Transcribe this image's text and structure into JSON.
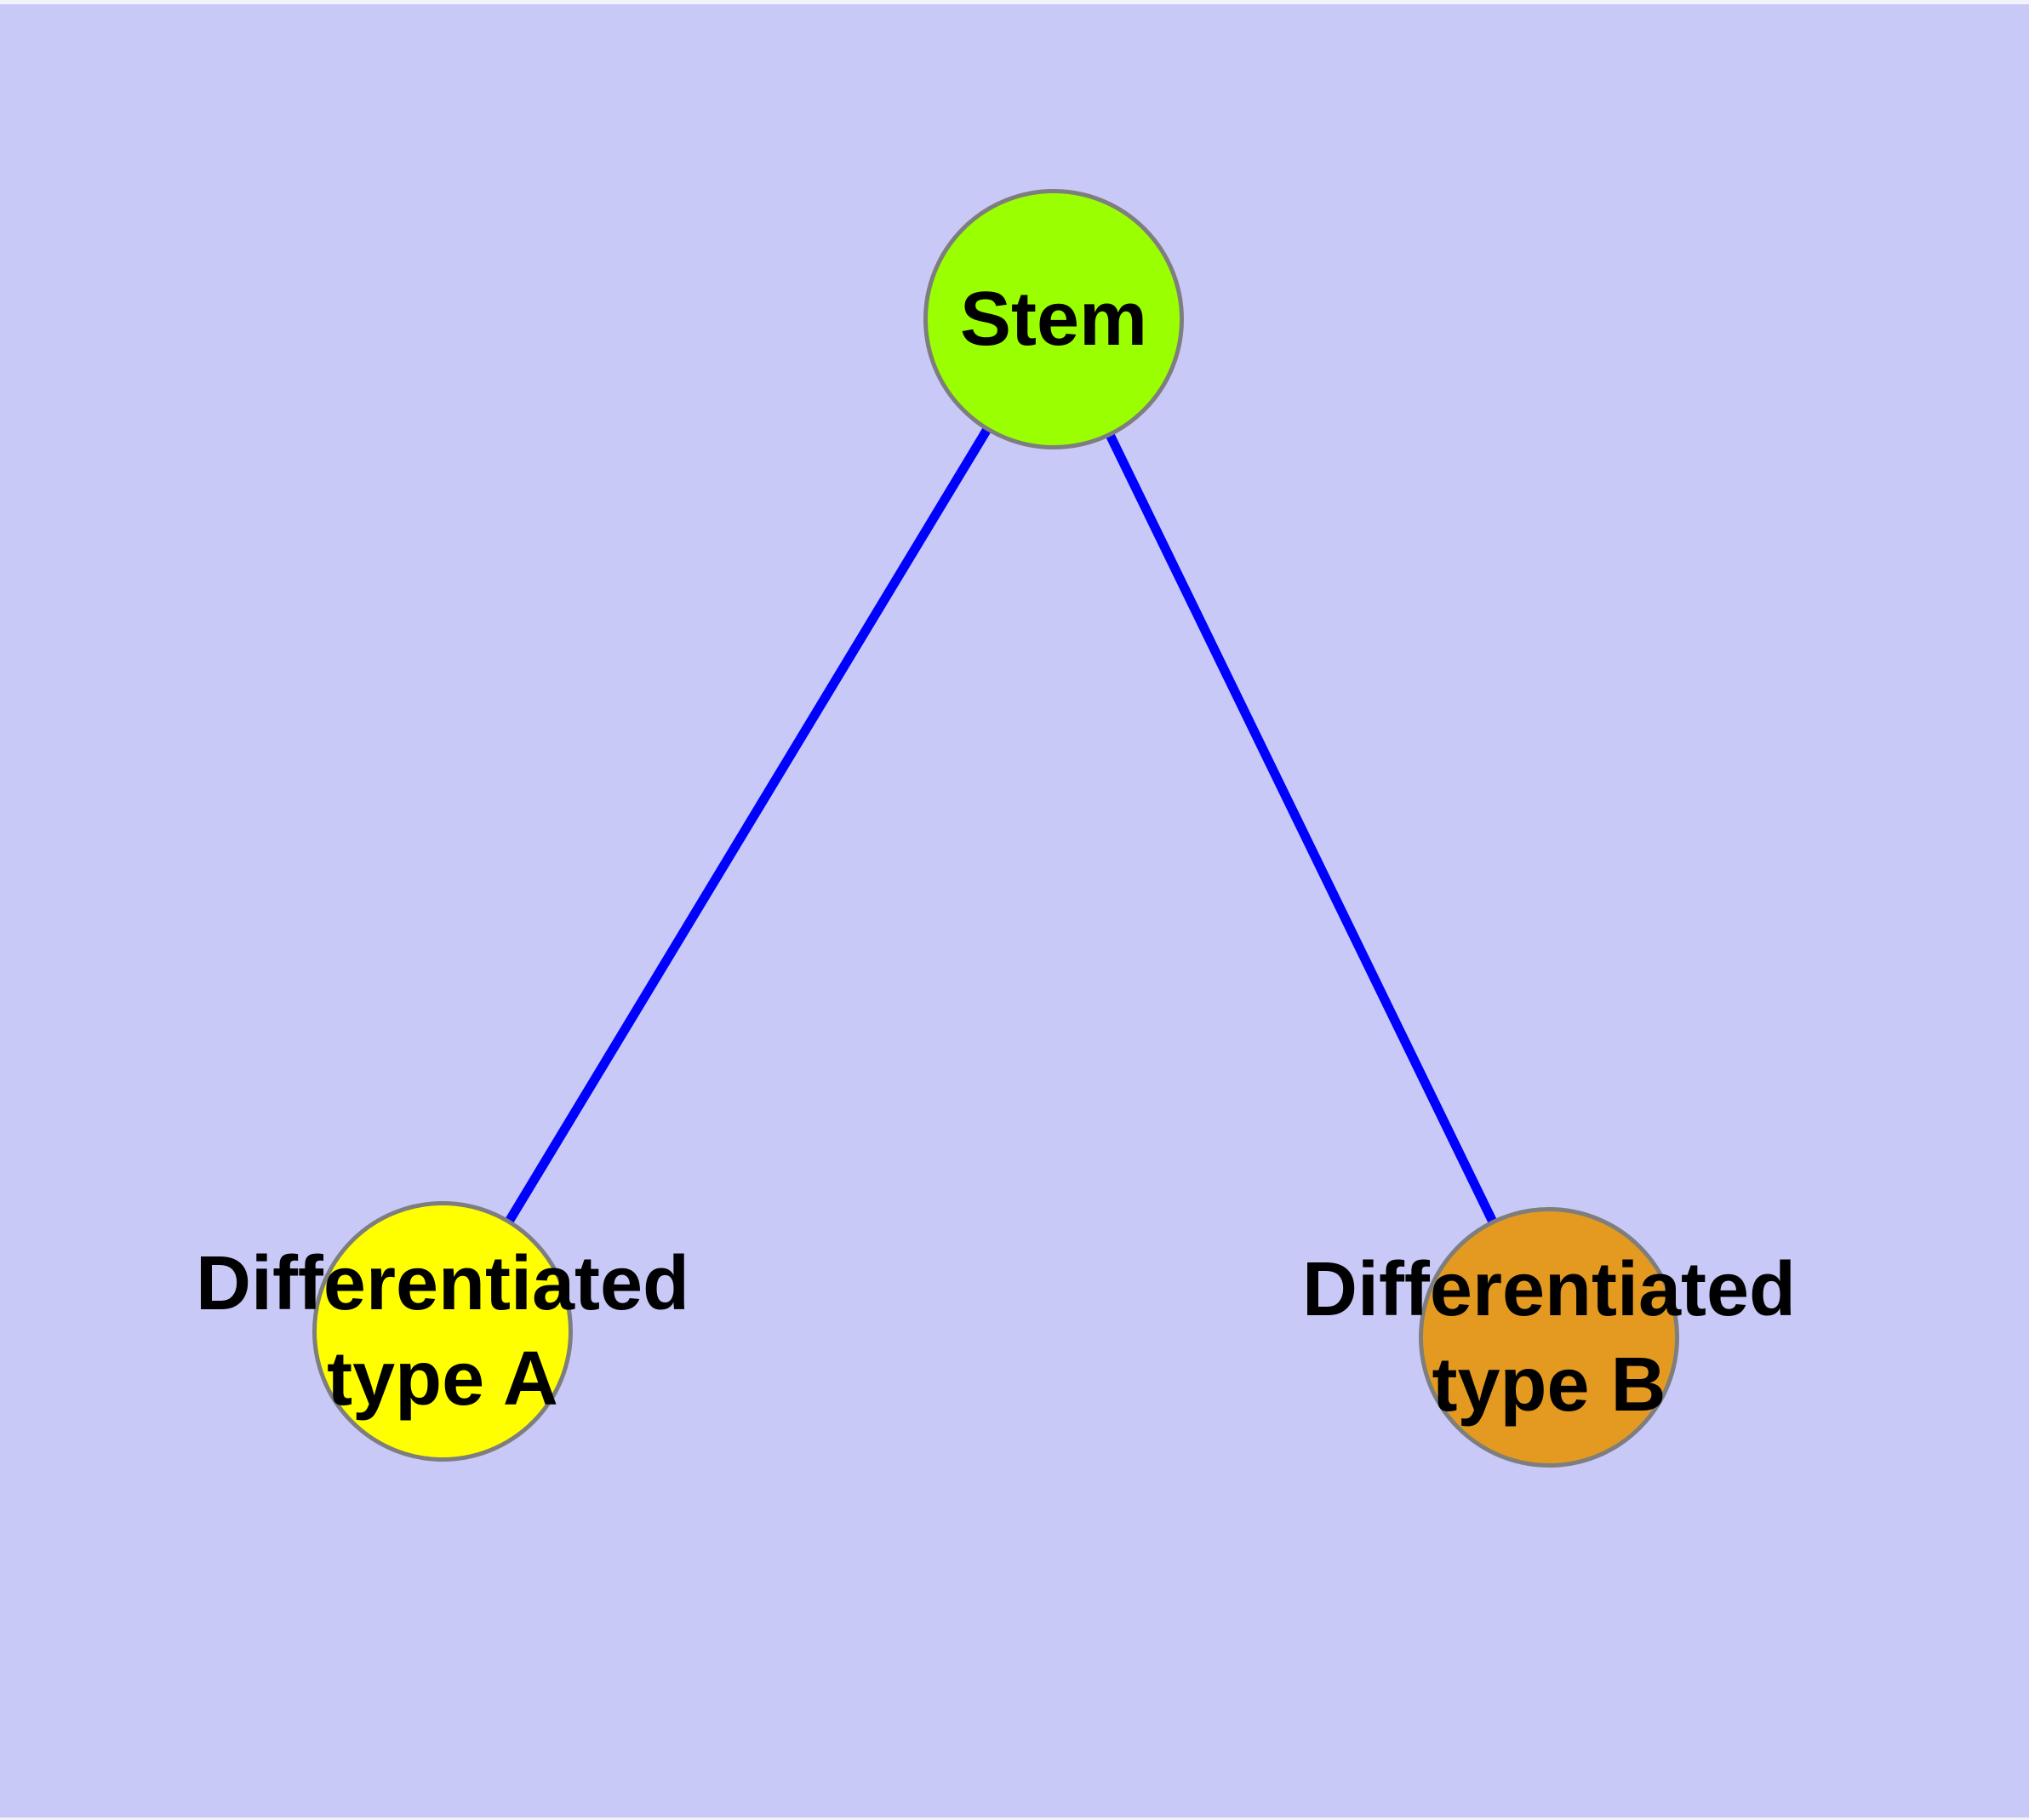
{
  "diagram": {
    "type": "graph",
    "background_color": "#c9c9f8",
    "edge_color": "#0000ff",
    "node_border_color": "#7e7e7e",
    "label_color": "#000000",
    "nodes": [
      {
        "id": "stem",
        "label": "Stem",
        "fill": "#9aff00"
      },
      {
        "id": "type-a",
        "label_line1": "Differentiated",
        "label_line2": "type A",
        "fill": "#ffff00"
      },
      {
        "id": "type-b",
        "label_line1": "Differentiated",
        "label_line2": "type B",
        "fill": "#e49a20"
      }
    ],
    "edges": [
      {
        "from": "stem",
        "to": "type-a"
      },
      {
        "from": "stem",
        "to": "type-b"
      }
    ]
  }
}
